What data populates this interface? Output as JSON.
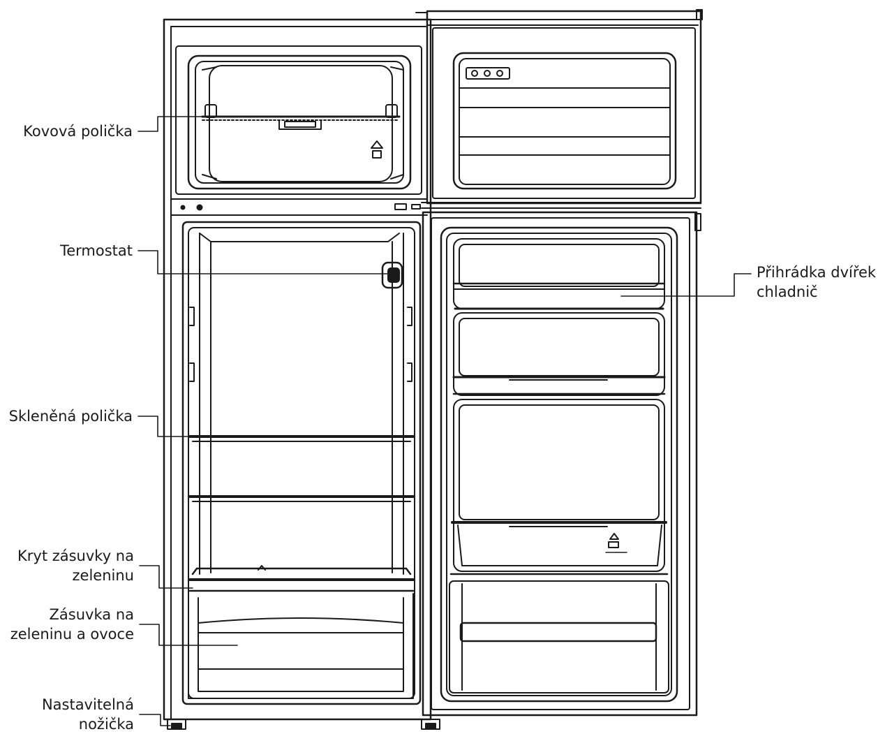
{
  "labels": {
    "metal_shelf": "Kovová polička",
    "thermostat": "Termostat",
    "glass_shelf": "Skleněná polička",
    "crisper_cover_1": "Kryt zásuvky na",
    "crisper_cover_2": "zeleninu",
    "crisper_drawer_1": "Zásuvka na",
    "crisper_drawer_2": "zeleninu a ovoce",
    "adjustable_foot_1": "Nastavitelná",
    "adjustable_foot_2": "nožička",
    "door_bin_1": "Přihrádka dvířek",
    "door_bin_2": "chladnič"
  },
  "colors": {
    "line": "#1a1a1a",
    "background": "#ffffff"
  }
}
